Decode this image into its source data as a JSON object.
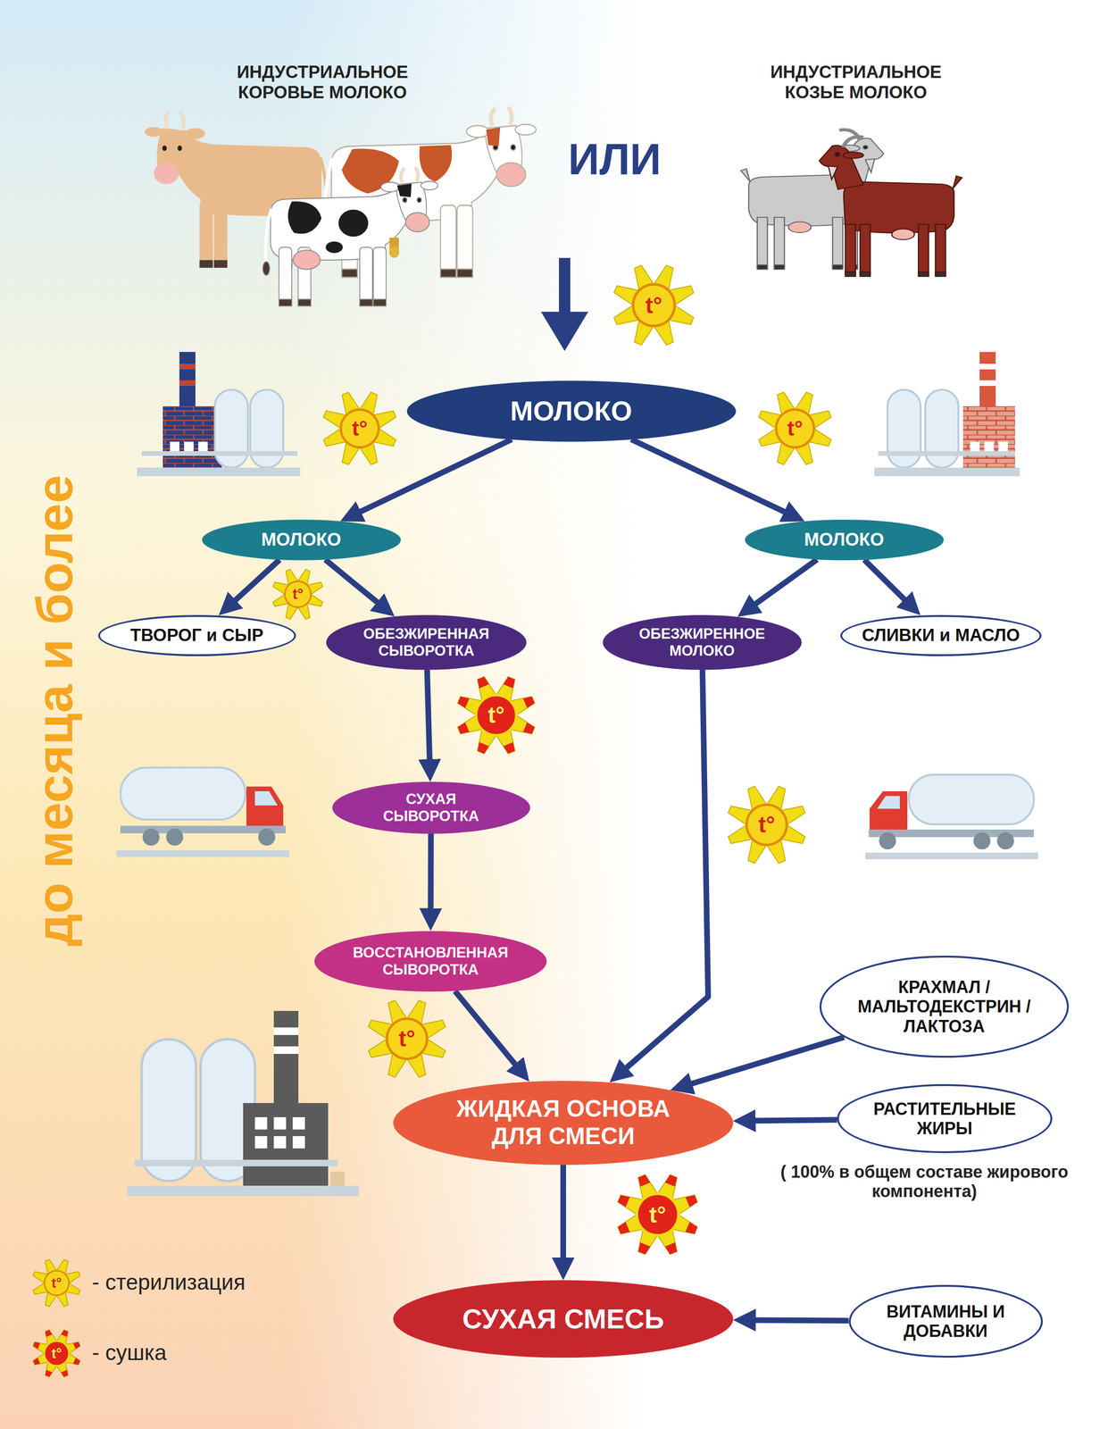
{
  "diagram": {
    "nodes": [
      {
        "text": [
          "МОЛОКО"
        ]
      },
      {
        "text": [
          "МОЛОКО"
        ]
      },
      {
        "text": [
          "МОЛОКО"
        ]
      },
      {
        "text": [
          "ТВОРОГ и СЫР"
        ]
      },
      {
        "text": [
          "ОБЕЗЖИРЕННАЯ СЫВОРОТКА"
        ]
      },
      {
        "text": [
          "ОБЕЗЖИРЕННОЕ МОЛОКО"
        ]
      },
      {
        "text": [
          "СЛИВКИ и МАСЛО"
        ]
      },
      {
        "text": [
          "СУХАЯ СЫВОРОТКА"
        ]
      },
      {
        "text": [
          "ВОССТАНОВЛЕННАЯ СЫВОРОТКА"
        ]
      },
      {
        "text": [
          "КРАХМАЛ /МАЛЬТОДЕКСТРИН /ЛАКТОЗА"
        ]
      },
      {
        "text": [
          "ЖИДКАЯ ОСНОВА ДЛЯ СМЕСИ"
        ]
      },
      {
        "text": [
          "РАСТИТЕЛЬНЫЕ ЖИРЫ"
        ]
      },
      {
        "text": [
          "СУХАЯ СМЕСЬ"
        ]
      },
      {
        "text": [
          "ВИТАМИНЫ И ДОБАВКИ"
        ]
      }
    ],
    "edges": [
      {
        "from": 0,
        "to": 1,
        "arrow": "to"
      },
      {
        "from": 0,
        "to": 2,
        "arrow": "to"
      },
      {
        "from": 1,
        "to": 3,
        "arrow": "to"
      },
      {
        "from": 1,
        "to": 4,
        "arrow": "to"
      },
      {
        "from": 2,
        "to": 5,
        "arrow": "to"
      },
      {
        "from": 2,
        "to": 6,
        "arrow": "to"
      },
      {
        "from": 4,
        "to": 7,
        "arrow": "to"
      },
      {
        "from": 7,
        "to": 8,
        "arrow": "to"
      },
      {
        "from": 8,
        "to": 10,
        "arrow": "to"
      },
      {
        "from": 5,
        "to": 10,
        "arrow": "to"
      },
      {
        "from": 9,
        "to": 10,
        "arrow": "to"
      },
      {
        "from": 11,
        "to": 10,
        "arrow": "to"
      },
      {
        "from": 10,
        "to": 12,
        "arrow": "to"
      },
      {
        "from": 13,
        "to": 12,
        "arrow": "to"
      }
    ],
    "labels": [
      "ИНДУСТРИАЛЬНОЕ КОРОВЬЕ МОЛОКО",
      "ИНДУСТРИАЛЬНОЕ КОЗЬЕ МОЛОКО",
      "ИЛИ",
      "до месяца и более",
      "t°",
      "t°",
      "t°",
      "t°",
      "t°",
      "t°",
      "t°",
      "t°",
      "t°",
      "t°",
      "( 100% в общем составе жирового компонента)"
    ],
    "legend": [
      {
        "text": "- стерилизация"
      },
      {
        "text": "- сушка"
      }
    ]
  }
}
